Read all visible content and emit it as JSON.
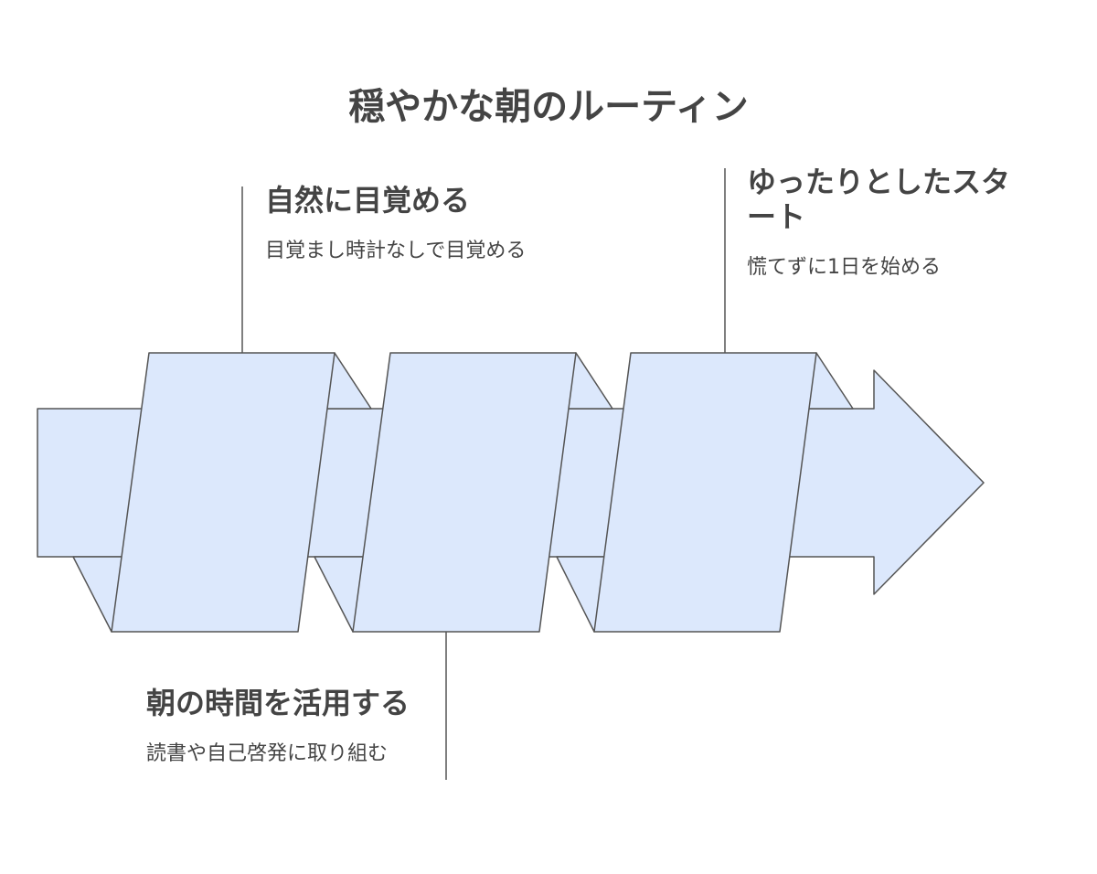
{
  "title": "穏やかな朝のルーティン",
  "steps": [
    {
      "heading": "自然に目覚める",
      "description": "目覚まし時計なしで目覚める"
    },
    {
      "heading": "朝の時間を活用する",
      "description": "読書や自己啓発に取り組む"
    },
    {
      "heading": "ゆったりとしたスタート",
      "description": "慌てずに1日を始める"
    }
  ],
  "colors": {
    "fill": "#dce8fc",
    "stroke": "#555555",
    "text": "#444444"
  }
}
